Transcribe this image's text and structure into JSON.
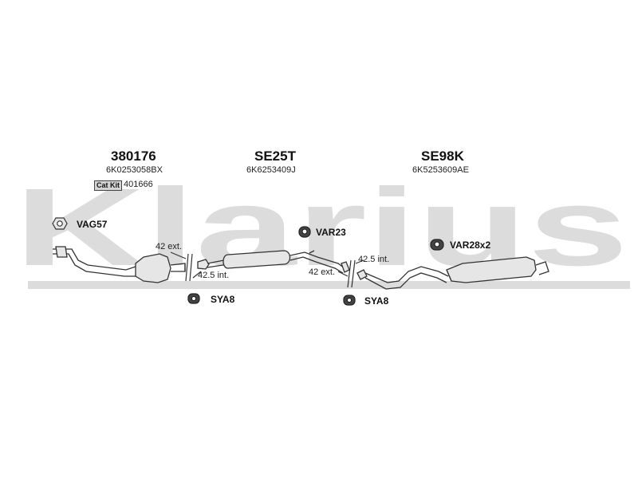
{
  "watermark": "Klarius",
  "colors": {
    "watermark": "#dcdcdc",
    "line": "#333333",
    "part_fill": "#e6e6e6"
  },
  "sections": [
    {
      "part_number": "380176",
      "oem": "6K0253058BX"
    },
    {
      "part_number": "SE25T",
      "oem": "6K6253409J"
    },
    {
      "part_number": "SE98K",
      "oem": "6K5253609AE"
    }
  ],
  "cat_kit": {
    "label": "Cat Kit",
    "number": "401666"
  },
  "accessories": {
    "gasket": {
      "code": "VAG57",
      "icon": "gasket-icon"
    },
    "hanger1": {
      "code": "VAR23",
      "icon": "rubber-hanger-icon"
    },
    "hanger2": {
      "code": "VAR28x2",
      "icon": "rubber-hanger-icon"
    },
    "clamp1": {
      "code": "SYA8",
      "icon": "clamp-icon"
    },
    "clamp2": {
      "code": "SYA8",
      "icon": "clamp-icon"
    }
  },
  "joints": {
    "joint1_ext": "42 ext.",
    "joint1_int": "42.5 int.",
    "joint2_int": "42.5 int.",
    "joint2_ext": "42 ext."
  }
}
